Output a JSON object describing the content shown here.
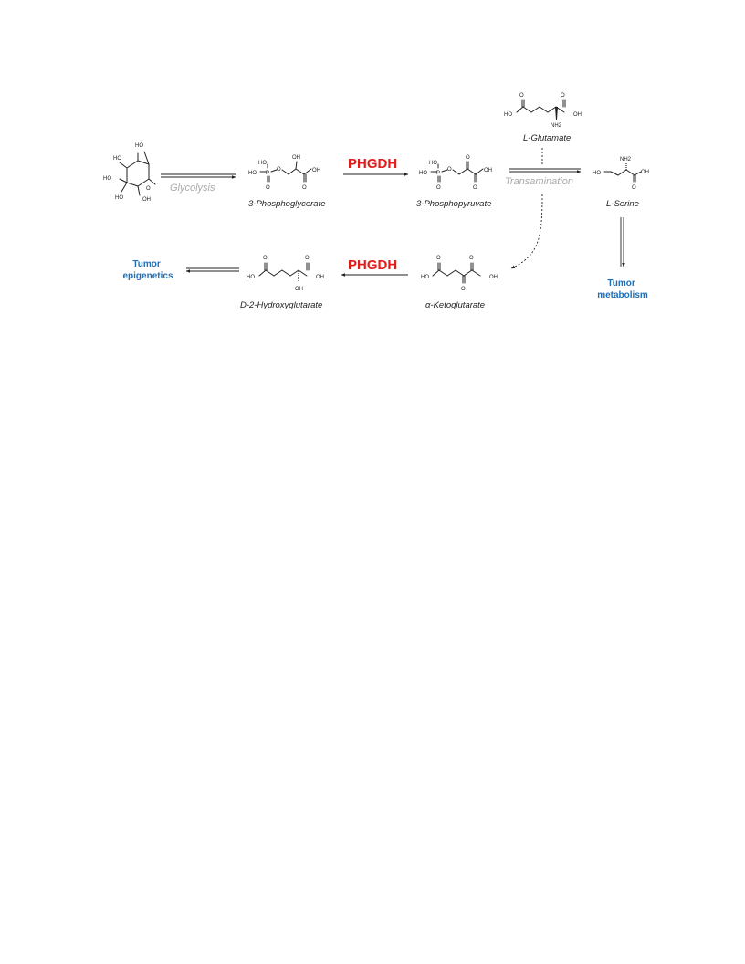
{
  "colors": {
    "enzyme": "#e31b1b",
    "process": "#a9a9a9",
    "outcome": "#1f6fb8",
    "ink": "#222222"
  },
  "compounds": {
    "glucose": {
      "atoms": [
        "HO",
        "HO",
        "HO",
        "HO",
        "OH",
        "O"
      ]
    },
    "phosphoglycerate": {
      "name": "3-Phosphoglycerate",
      "atoms": [
        "HO",
        "HO",
        "P",
        "O",
        "O",
        "OH",
        "OH",
        "O"
      ]
    },
    "phosphopyruvate": {
      "name": "3-Phosphopyruvate",
      "atoms": [
        "HO",
        "HO",
        "P",
        "O",
        "O",
        "O",
        "OH",
        "O"
      ]
    },
    "glutamate": {
      "name": "L-Glutamate",
      "atoms": [
        "O",
        "O",
        "HO",
        "OH",
        "NH2"
      ]
    },
    "serine": {
      "name": "L-Serine",
      "atoms": [
        "NH2",
        "HO",
        "OH",
        "O"
      ]
    },
    "ketoglutarate": {
      "name": "α-Ketoglutarate",
      "atoms": [
        "O",
        "O",
        "HO",
        "OH",
        "O"
      ]
    },
    "hydroxyglutarate": {
      "name": "D-2-Hydroxyglutarate",
      "atoms": [
        "O",
        "O",
        "HO",
        "OH",
        "OH"
      ]
    }
  },
  "processes": {
    "glycolysis": "Glycolysis",
    "transamination": "Transamination"
  },
  "enzymes": {
    "top": "PHGDH",
    "bottom": "PHGDH"
  },
  "outcomes": {
    "epigenetics": [
      "Tumor",
      "epigenetics"
    ],
    "metabolism": [
      "Tumor",
      "metabolism"
    ]
  }
}
